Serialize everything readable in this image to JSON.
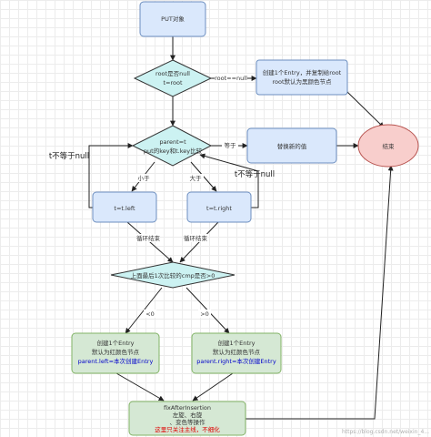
{
  "nodes": {
    "put_object": "PUT对象",
    "root_null_check": [
      "root是否null",
      "t=root"
    ],
    "create_root": [
      "创建1个Entry，并复制给root",
      "root默认为黑颜色节点"
    ],
    "compare": [
      "parent=t",
      "put的key和t.key比较"
    ],
    "replace": "替换新的值",
    "end": "结束",
    "go_left": "t=t.left",
    "go_right": "t=t.right",
    "last_cmp_check": "上面最后1次比较的cmp是否>0",
    "create_left": [
      "创建1个Entry",
      "默认为红颜色节点",
      "parent.left=本次创建Entry"
    ],
    "create_right": [
      "创建1个Entry",
      "默认为红颜色节点",
      "parent.right=本次创建Entry"
    ],
    "fix": [
      "fixAfterInsertion",
      "左旋、右旋",
      "、变色等操作",
      "这里只关注主线，不细化"
    ]
  },
  "edges": {
    "root_null": "root==null",
    "equal": "等于",
    "less": "小于",
    "greater": "大于",
    "t_not_null_left": "t不等于null",
    "t_not_null_right": "t不等于null",
    "loop_end_left": "循环结束",
    "loop_end_right": "循环结束",
    "lt0": "<0",
    "gt0": ">0"
  },
  "colors": {
    "blue_box": "#dae8fc",
    "blue_border": "#6c8ebf",
    "teal_fill": "#ccf2f2",
    "green_fill": "#d5e8d4",
    "green_border": "#82b366",
    "end_fill": "#f8cecc",
    "end_border": "#b85450"
  },
  "watermark": "https://blog.csdn.net/weixin_4..."
}
